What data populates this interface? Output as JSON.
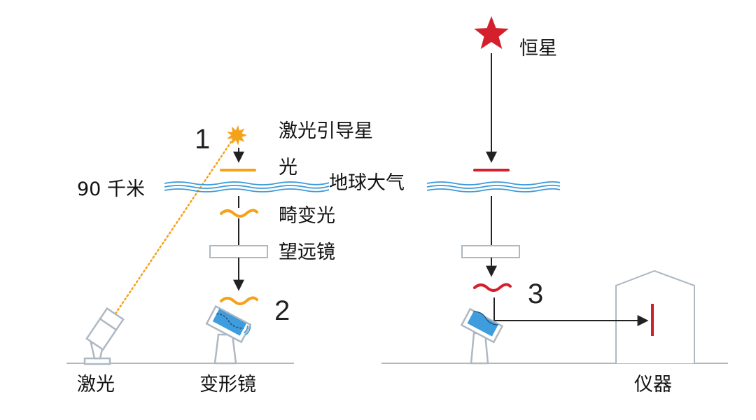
{
  "labels": {
    "laser_guide_star": "激光引导星",
    "light": "光",
    "altitude": "90 千米",
    "atmosphere": "地球大气",
    "distorted_light": "畸变光",
    "telescope": "望远镜",
    "laser": "激光",
    "deformable_mirror": "变形镜",
    "star": "恒星",
    "instrument": "仪器"
  },
  "steps": {
    "one": "1",
    "two": "2",
    "three": "3"
  },
  "colors": {
    "guide_star": "#F5A21B",
    "natural_star": "#D4202C",
    "atmosphere_line": "#3B9BD8",
    "mirror_fill": "#3F9CDD",
    "outline": "#AEB8C2",
    "arrow": "#222222"
  }
}
